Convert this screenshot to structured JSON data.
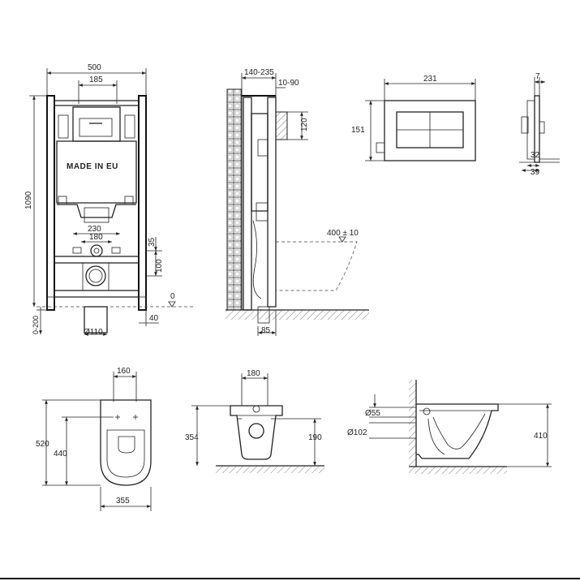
{
  "frame_view": {
    "width": "500",
    "inner_width": "185",
    "height": "1090",
    "label": "MADE IN EU",
    "pipe_span_outer": "230",
    "pipe_span_inner": "180",
    "pipe_offset": "35",
    "pipe_height": "100",
    "zero_level": "0",
    "adjust": "0-200",
    "foot": "40",
    "drain_dia": "Ø110"
  },
  "side_view": {
    "depth_range": "140-235",
    "depth_small": "10-90",
    "flush_height": "120",
    "bowl_height": "400 ± 10",
    "bottom_offset": "85"
  },
  "plate_front": {
    "width": "231",
    "height": "151"
  },
  "plate_side": {
    "thickness": "7",
    "depth_a": "32",
    "depth_b": "39"
  },
  "bowl_top": {
    "top_width": "160",
    "length": "520",
    "inner_length": "440",
    "width": "355"
  },
  "bowl_rear": {
    "width": "180",
    "height": "354",
    "outlet": "190"
  },
  "bowl_side": {
    "dia_small": "Ø55",
    "dia_large": "Ø102",
    "height": "410"
  }
}
